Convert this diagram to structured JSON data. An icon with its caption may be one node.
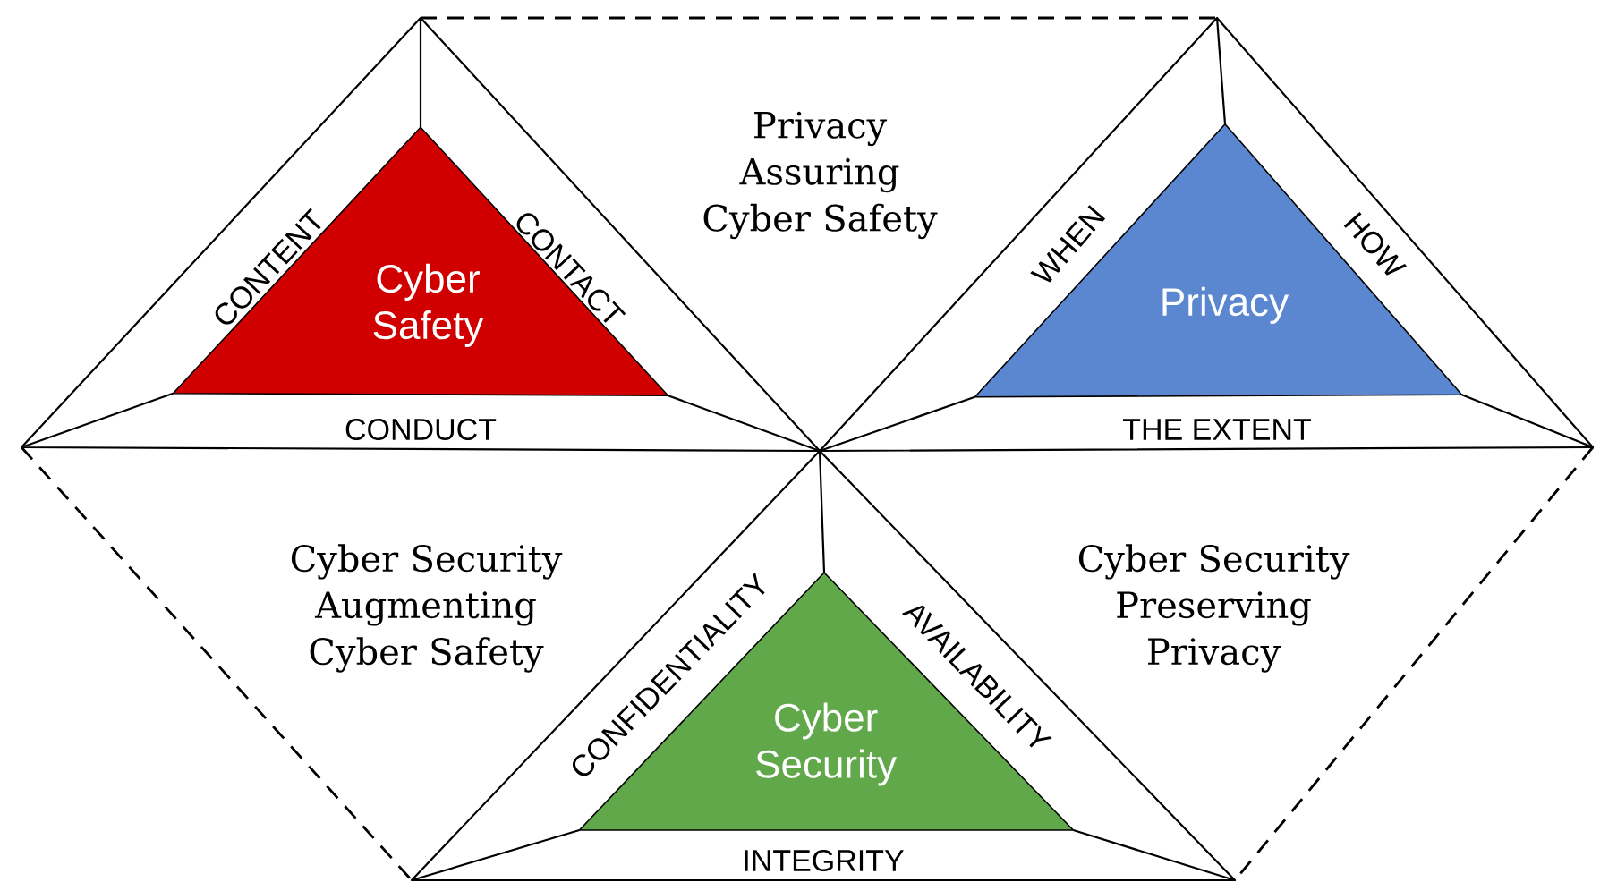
{
  "diagram": {
    "nodes": [
      {
        "text": [
          "CONTENT",
          "CONTACT",
          "CONDUCT"
        ]
      },
      {
        "text": [
          "Cyber Safety"
        ],
        "in": 0
      },
      {
        "text": [
          "Privacy Assuring Cyber Safety"
        ]
      },
      {
        "text": [
          "WHEN",
          "HOW",
          "THE EXTENT"
        ]
      },
      {
        "text": [
          "Privacy"
        ],
        "in": 3
      },
      {
        "text": [
          "Cyber Security Augmenting Cyber Safety"
        ]
      },
      {
        "text": [
          "CONFIDENTIALITY",
          "AVAILABILITY",
          "INTEGRITY"
        ]
      },
      {
        "text": [
          "Cyber Security"
        ],
        "in": 6
      },
      {
        "text": [
          "Cyber Security Preserving Privacy"
        ]
      }
    ]
  }
}
